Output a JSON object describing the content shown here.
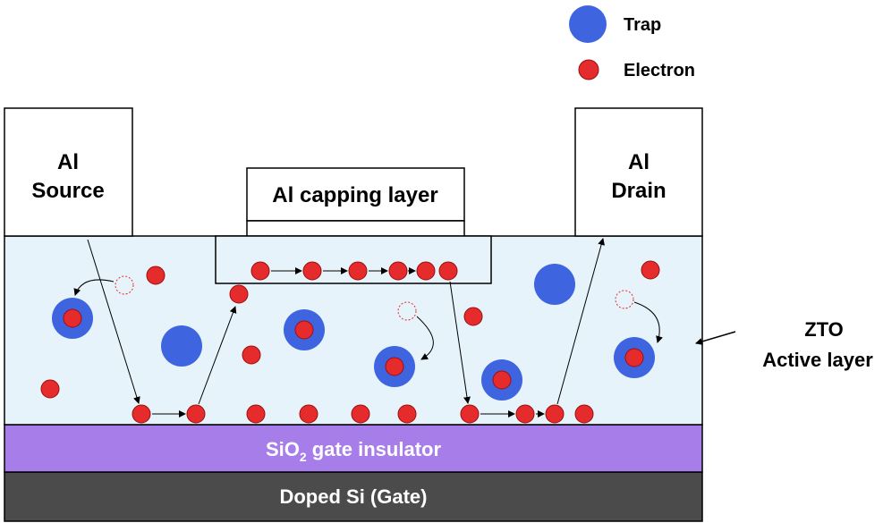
{
  "legend": {
    "trap_label": "Trap",
    "electron_label": "Electron"
  },
  "layers": {
    "source": {
      "line1": "Al",
      "line2": "Source"
    },
    "drain": {
      "line1": "Al",
      "line2": "Drain"
    },
    "capping": "Al capping layer",
    "active_name": "ZTO",
    "active_desc": "Active layer",
    "insulator_prefix": "SiO",
    "insulator_sub": "2",
    "insulator_suffix": " gate insulator",
    "gate": "Doped Si (Gate)"
  },
  "colors": {
    "trap": "#3f64e0",
    "electron": "#e52b2b",
    "electron_outline": "#9a1010",
    "active_layer": "#e6f3fb",
    "insulator": "#a77de9",
    "gate": "#4b4b4b",
    "contact": "#ffffff",
    "trapped_hint": "#e52b2b"
  }
}
